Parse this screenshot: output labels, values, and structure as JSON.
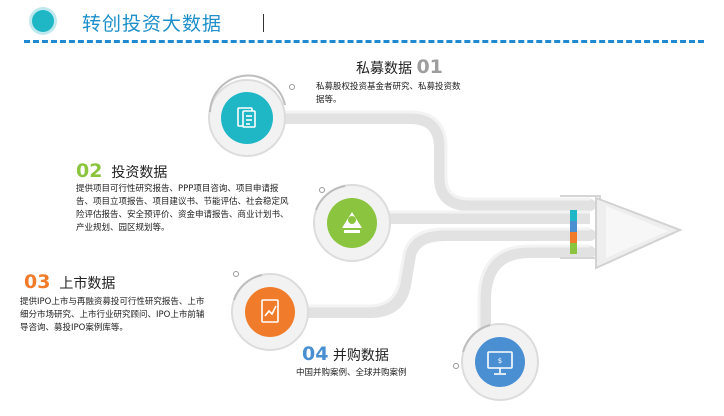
{
  "header": {
    "title": "转创投资大数据"
  },
  "items": [
    {
      "number": "01",
      "title": "私募数据",
      "description": "私募股权投资基金者研究、私募投资数据等。",
      "color": "#1fb6c6",
      "icon": "document-icon"
    },
    {
      "number": "02",
      "title": "投资数据",
      "description": "提供项目可行性研究报告、PPP项目咨询、项目申请报告、项目立项报告、项目建议书、节能评估、社会稳定风险评估报告、安全预评价、资金申请报告、商业计划书、产业规划、园区规划等。",
      "color": "#8bc53f",
      "icon": "worker-icon"
    },
    {
      "number": "03",
      "title": "上市数据",
      "description": "提供IPO上市与再融资募投可行性研究报告、上市细分市场研究、上市行业研究顾问、IPO上市前辅导咨询、募投IPO案例库等。",
      "color": "#f07c2b",
      "icon": "report-chart-icon"
    },
    {
      "number": "04",
      "title": "并购数据",
      "description": "中国并购案例、全球并购案例",
      "color": "#4b8fd3",
      "icon": "monitor-icon"
    }
  ],
  "colors": {
    "pipe": "#e6e6e6",
    "accent_bar": [
      "#1fb6c6",
      "#4b8fd3",
      "#f07c2b",
      "#8bc53f"
    ]
  }
}
